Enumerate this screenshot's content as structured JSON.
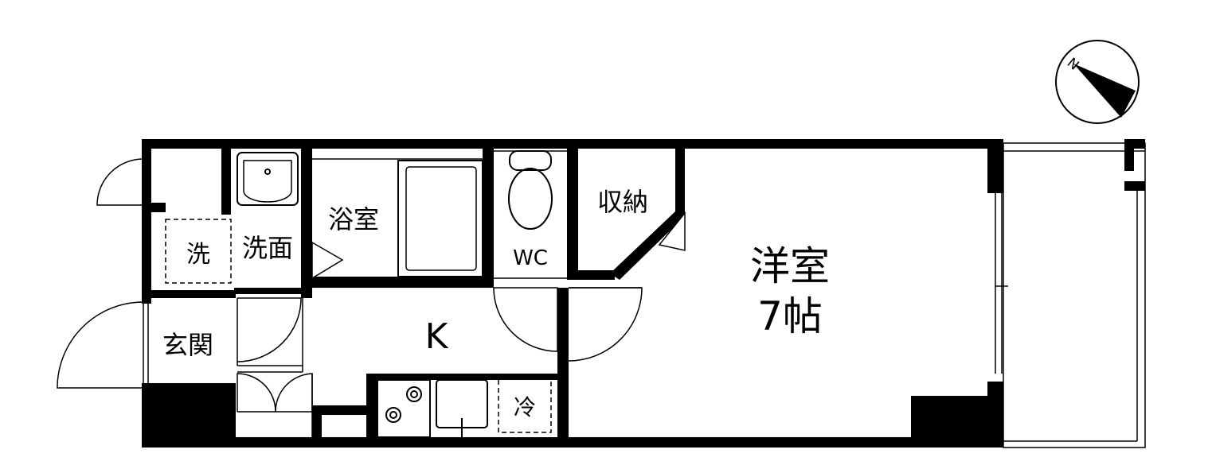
{
  "rooms": {
    "western_room": "洋室",
    "western_room_size": "7帖",
    "kitchen": "K",
    "bathroom": "浴室",
    "washroom": "洗面",
    "laundry": "洗",
    "toilet": "WC",
    "storage": "収納",
    "entrance": "玄関",
    "fridge": "冷"
  },
  "compass": {
    "north_label": "N"
  },
  "colors": {
    "wall": "#000000",
    "background": "#ffffff"
  }
}
